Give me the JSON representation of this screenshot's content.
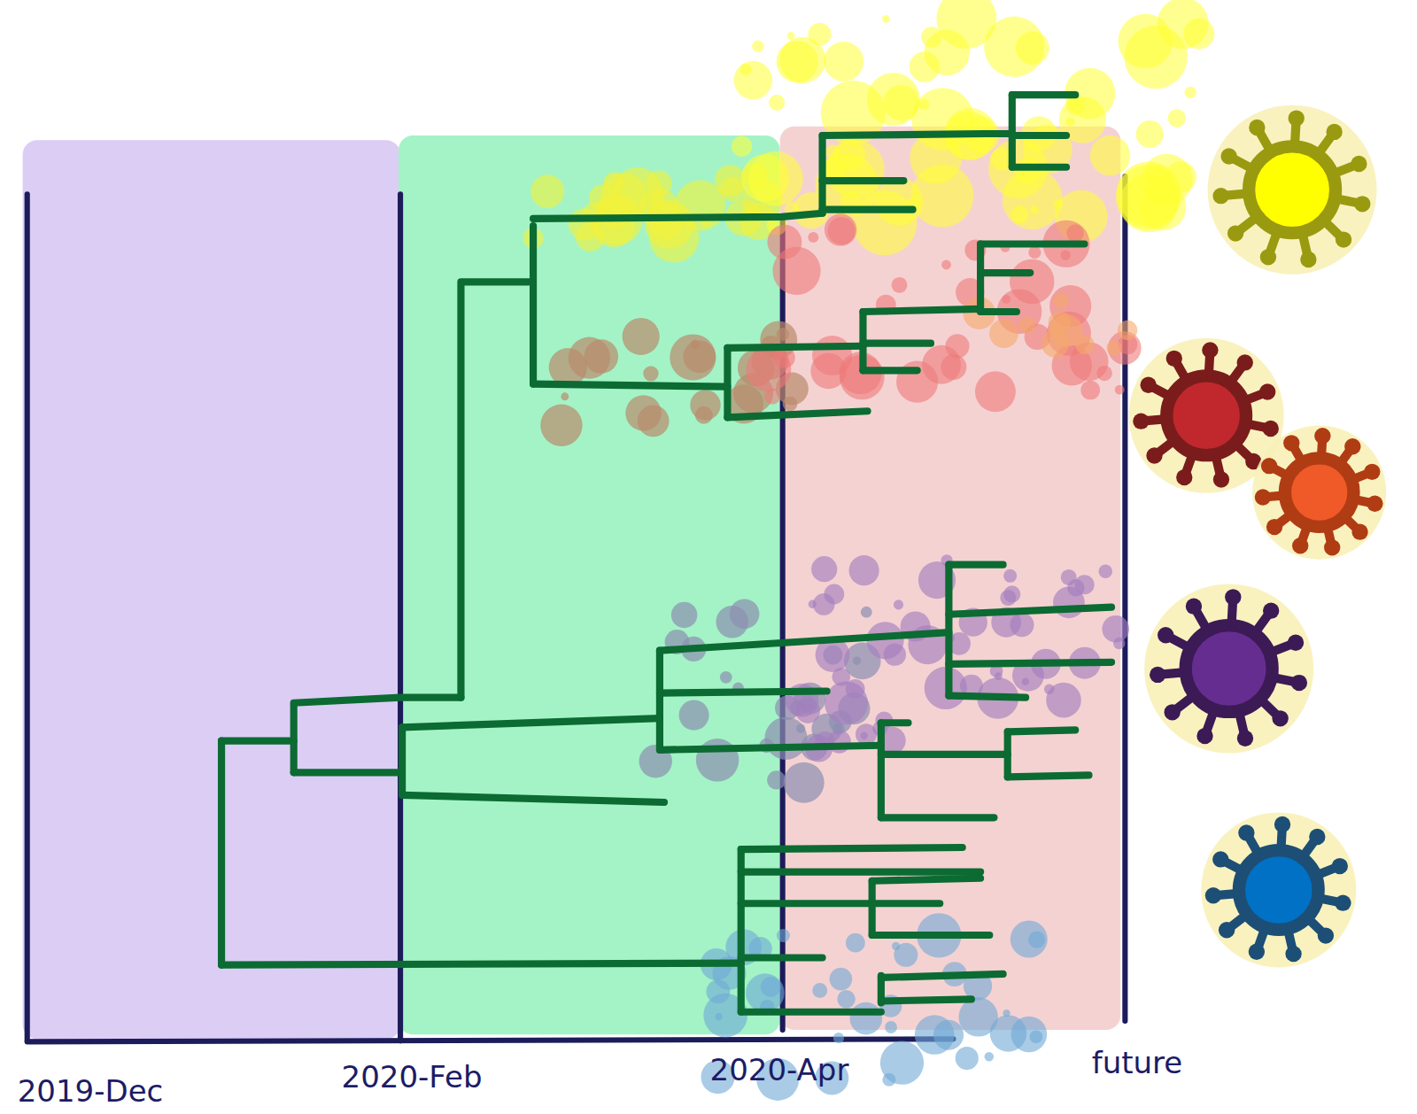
{
  "diagram": {
    "labels": [
      "2019-Dec",
      "2020-Feb",
      "2020-Apr",
      "future"
    ]
  }
}
